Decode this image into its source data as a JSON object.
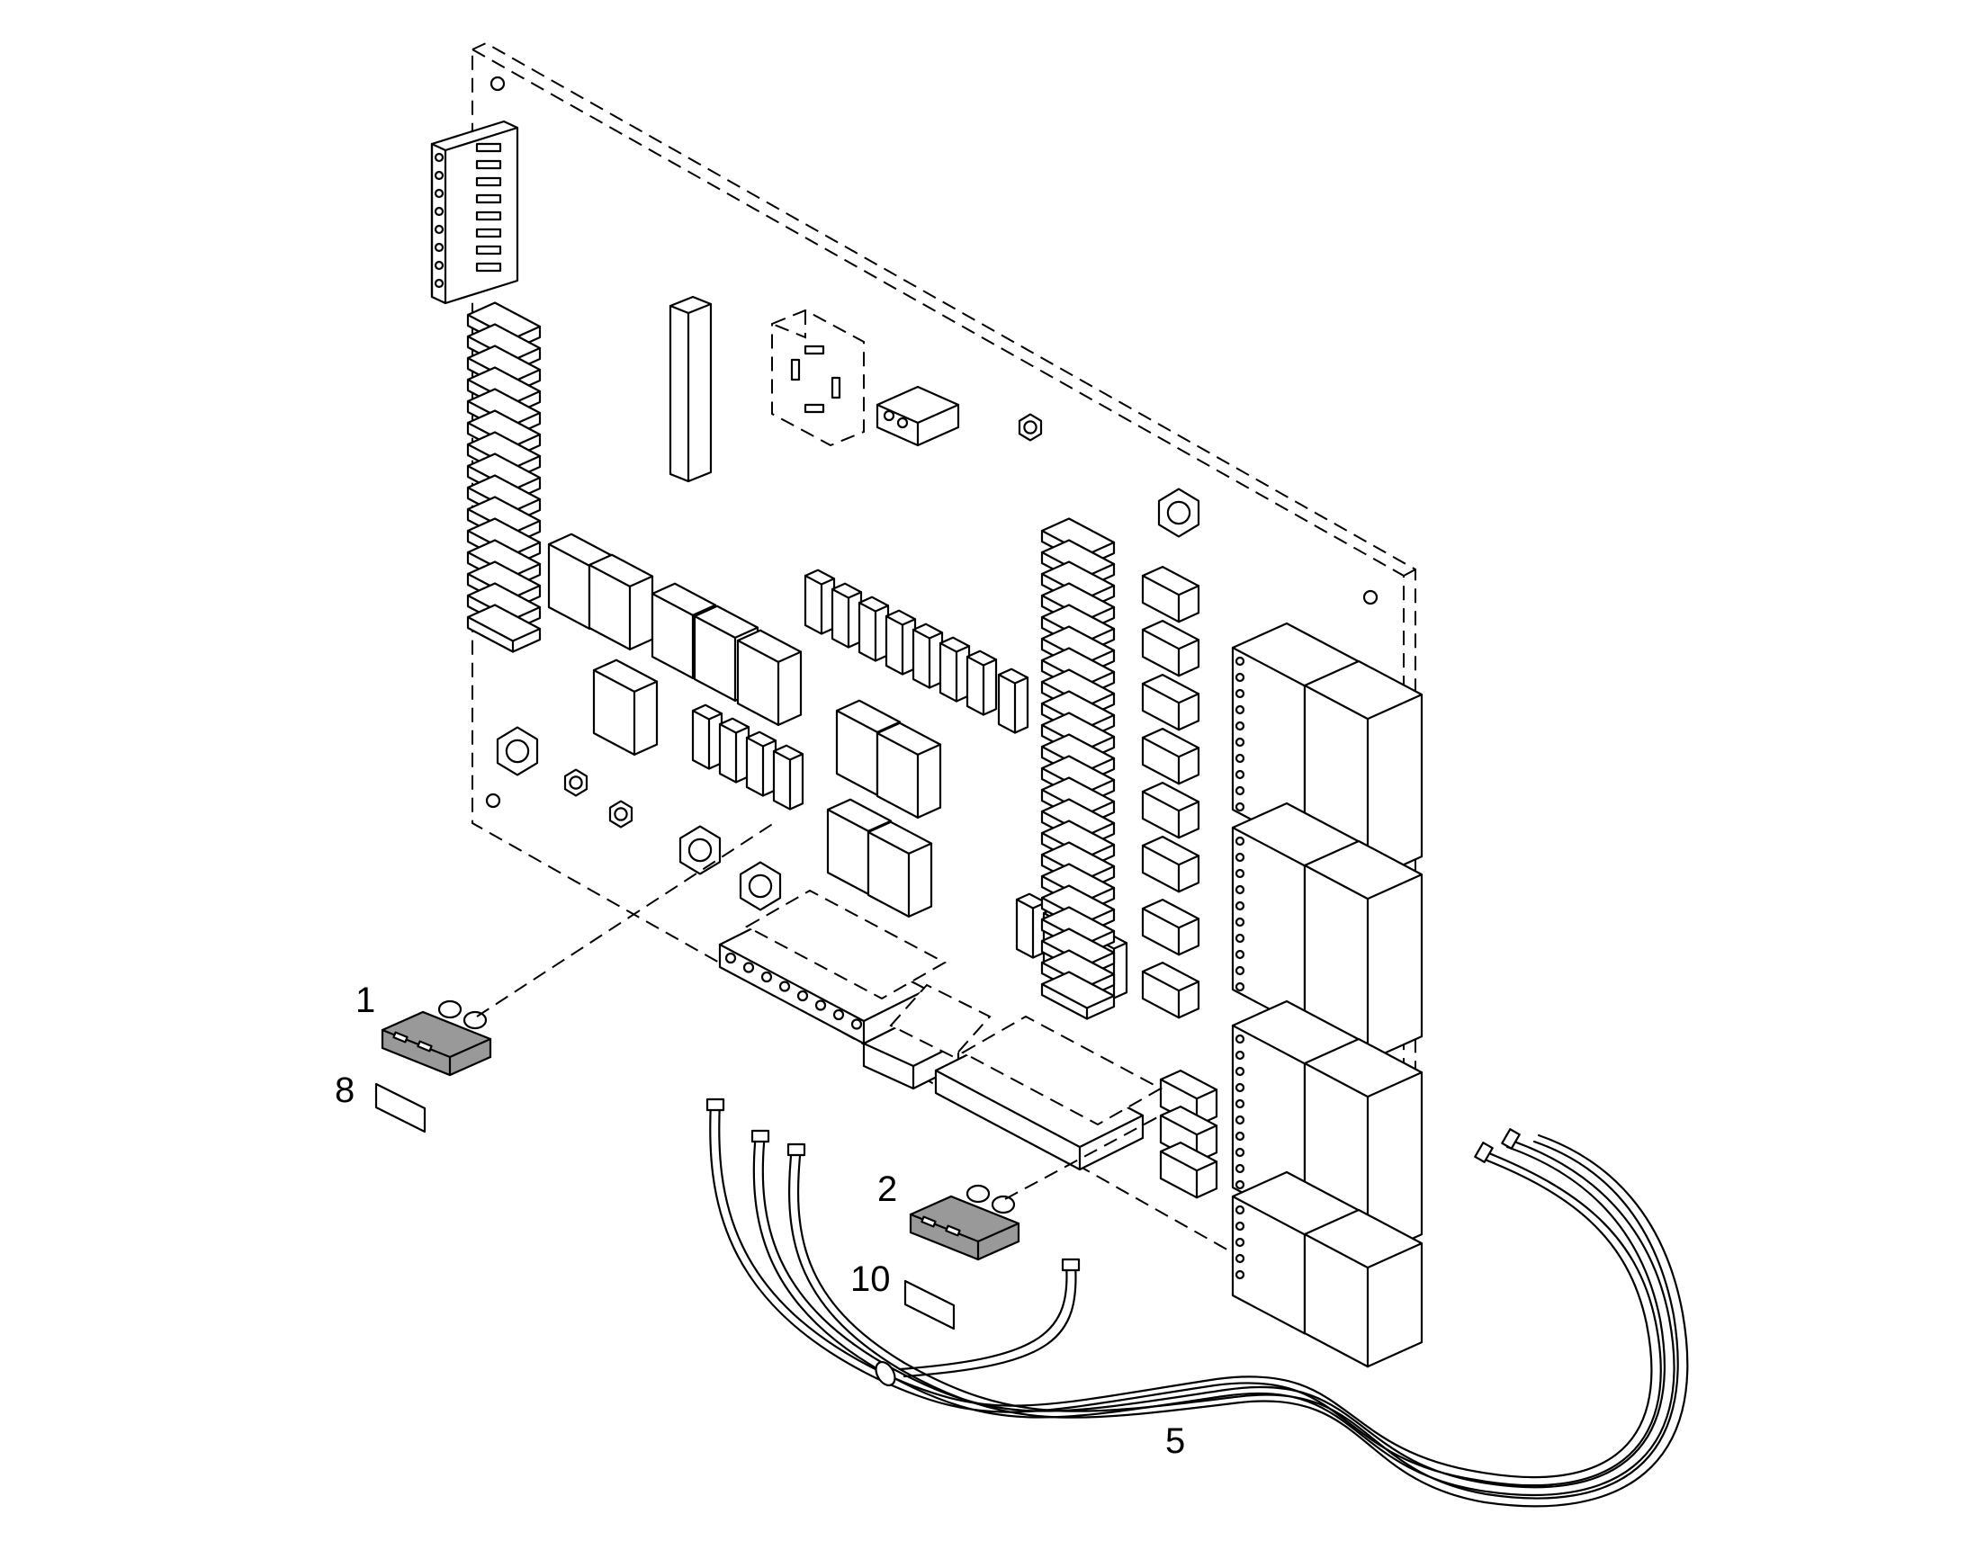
{
  "diagram": {
    "callouts": [
      {
        "id": "fuse-1",
        "label": "1"
      },
      {
        "id": "fuse-2",
        "label": "2"
      },
      {
        "id": "wire-harness",
        "label": "5"
      },
      {
        "id": "label-8",
        "label": "8"
      },
      {
        "id": "label-10",
        "label": "10"
      }
    ],
    "colors": {
      "line": "#000000",
      "background": "#ffffff",
      "fuse_fill": "#999999"
    }
  }
}
